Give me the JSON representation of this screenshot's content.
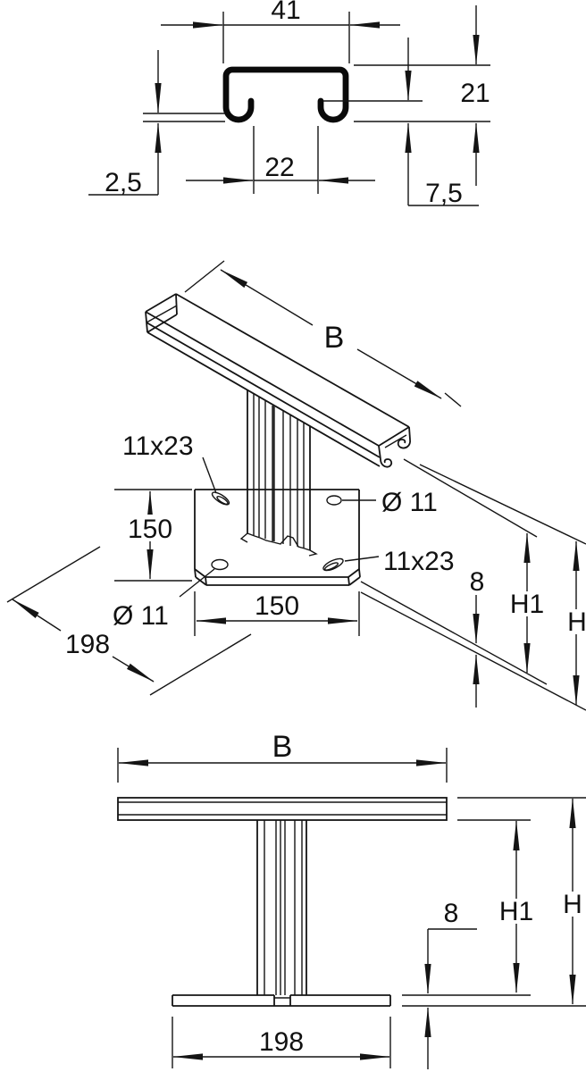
{
  "drawing": {
    "profile_section": {
      "outer_width": "41",
      "height": "21",
      "slot_opening": "22",
      "material_thickness": "2,5",
      "lip_height": "7,5"
    },
    "iso_view": {
      "rail_length": "B",
      "slot_size_top": "11x23",
      "hole_dia_top": "Ø 11",
      "slot_size_bottom": "11x23",
      "hole_dia_bottom": "Ø 11",
      "plate_depth": "150",
      "plate_width": "150",
      "plate_diagonal": "198",
      "plate_thickness": "8",
      "height_to_rail": "H1",
      "total_height": "H"
    },
    "front_view": {
      "rail_length": "B",
      "plate_thickness": "8",
      "height_to_rail": "H1",
      "total_height": "H",
      "base_width": "198"
    }
  }
}
